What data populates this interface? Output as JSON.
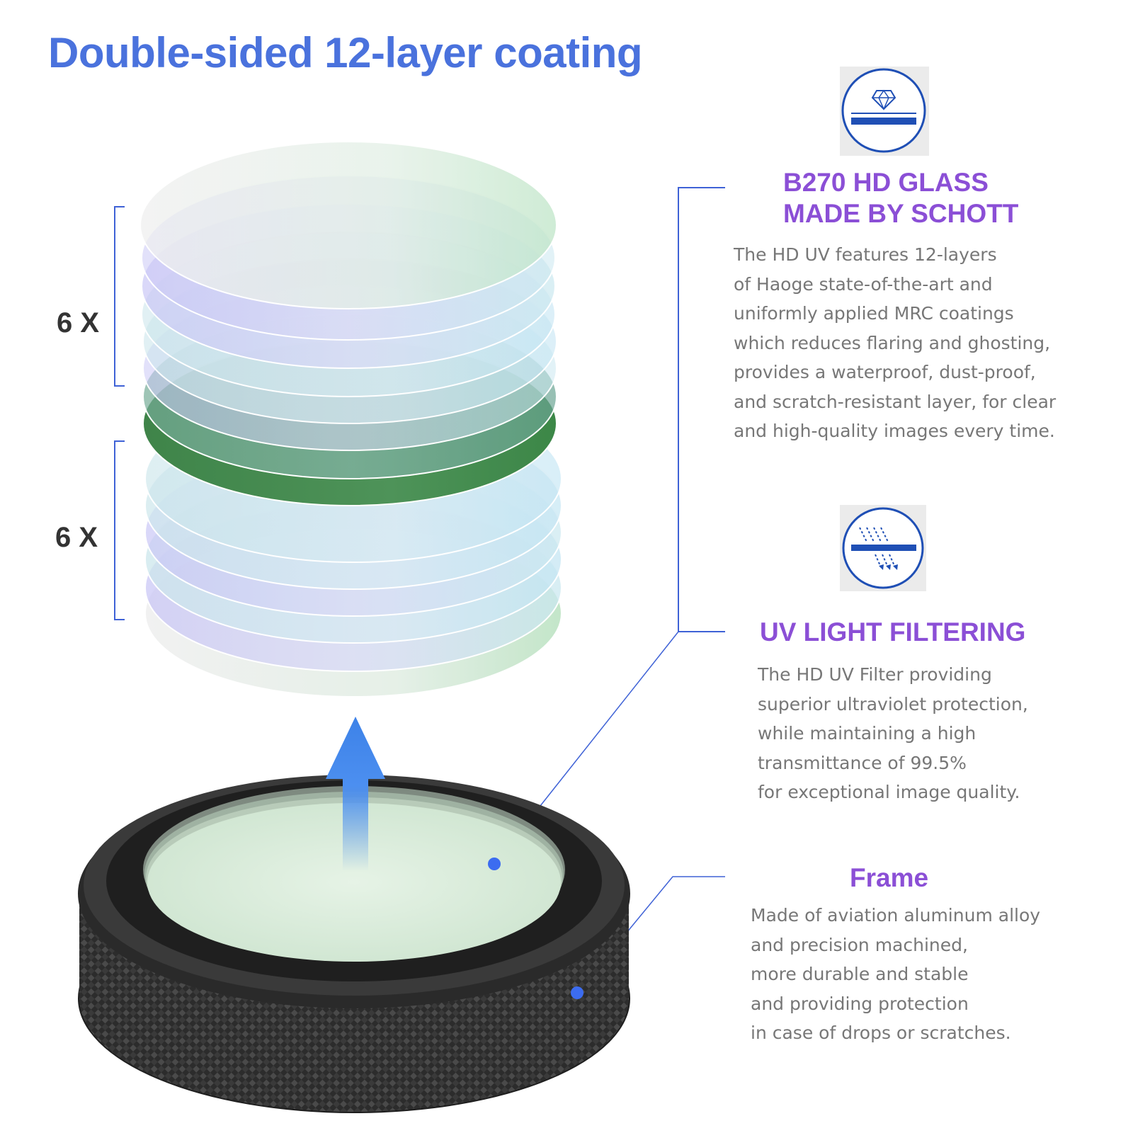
{
  "title": "Double-sided 12-layer coating",
  "layers": {
    "top_group_label": "6 X",
    "bottom_group_label": "6 X"
  },
  "features": [
    {
      "icon": "diamond-glass-icon",
      "heading_lines": [
        "B270 HD GLASS",
        "MADE BY SCHOTT"
      ],
      "body_lines": [
        "The HD UV features 12-layers",
        "of Haoge state-of-the-art and",
        "uniformly applied MRC coatings",
        "which reduces flaring and ghosting,",
        "provides a waterproof, dust-proof,",
        "and scratch-resistant layer, for clear",
        "and high-quality images every time."
      ]
    },
    {
      "icon": "uv-filter-icon",
      "heading_lines": [
        "UV LIGHT FILTERING"
      ],
      "body_lines": [
        "The HD UV Filter providing",
        "superior ultraviolet protection,",
        "while maintaining a high",
        "transmittance of 99.5%",
        "for exceptional image quality."
      ]
    },
    {
      "icon": "",
      "heading_lines": [
        "Frame"
      ],
      "body_lines": [
        "Made of aviation aluminum alloy",
        "and precision machined,",
        "more durable and stable",
        "and providing protection",
        "in case of drops or scratches."
      ]
    }
  ],
  "colors": {
    "title": "#4a72dd",
    "heading": "#8b4fd6",
    "body": "#777777",
    "accent_line": "#3f62d6",
    "icon_blue": "#1f4fb5"
  }
}
